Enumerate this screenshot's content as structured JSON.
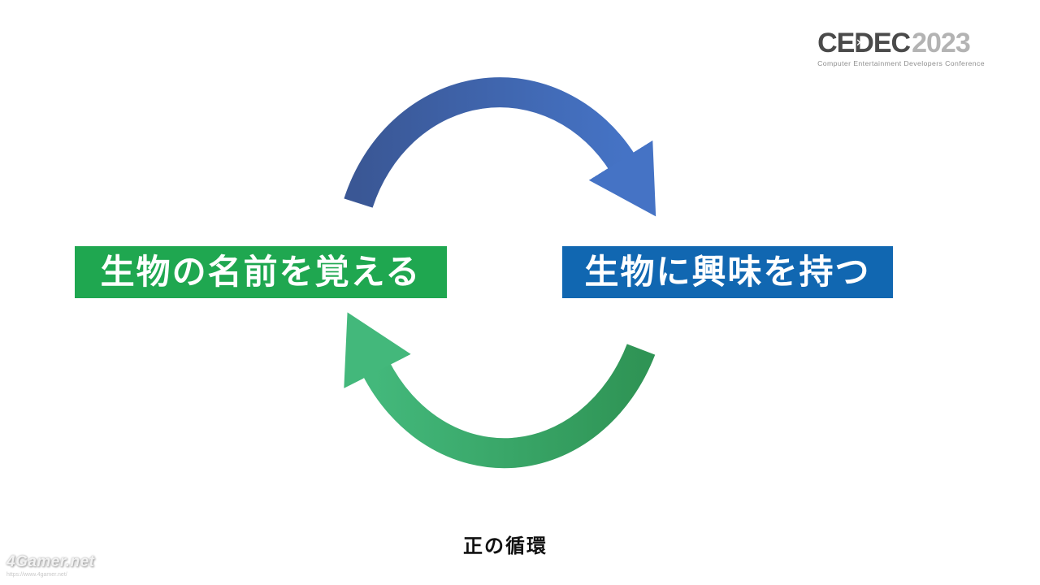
{
  "slide": {
    "background": "#ffffff"
  },
  "logo": {
    "name": "CEDEC",
    "year": "2023",
    "subtitle": "Computer Entertainment Developers Conference",
    "d_mark_icon": "✕"
  },
  "diagram": {
    "left_box": {
      "label": "生物の名前を覚える",
      "bg": "#1FA750",
      "text_color": "#ffffff"
    },
    "right_box": {
      "label": "生物に興味を持つ",
      "bg": "#1167B1",
      "text_color": "#ffffff"
    },
    "caption": "正の循環",
    "arrows": {
      "top": {
        "from": "#3A5795",
        "to": "#4573C5"
      },
      "bottom": {
        "from": "#43B87B",
        "to": "#2F9455"
      }
    }
  },
  "watermark": {
    "name": "4Gamer.net",
    "url": "https://www.4gamer.net/"
  }
}
